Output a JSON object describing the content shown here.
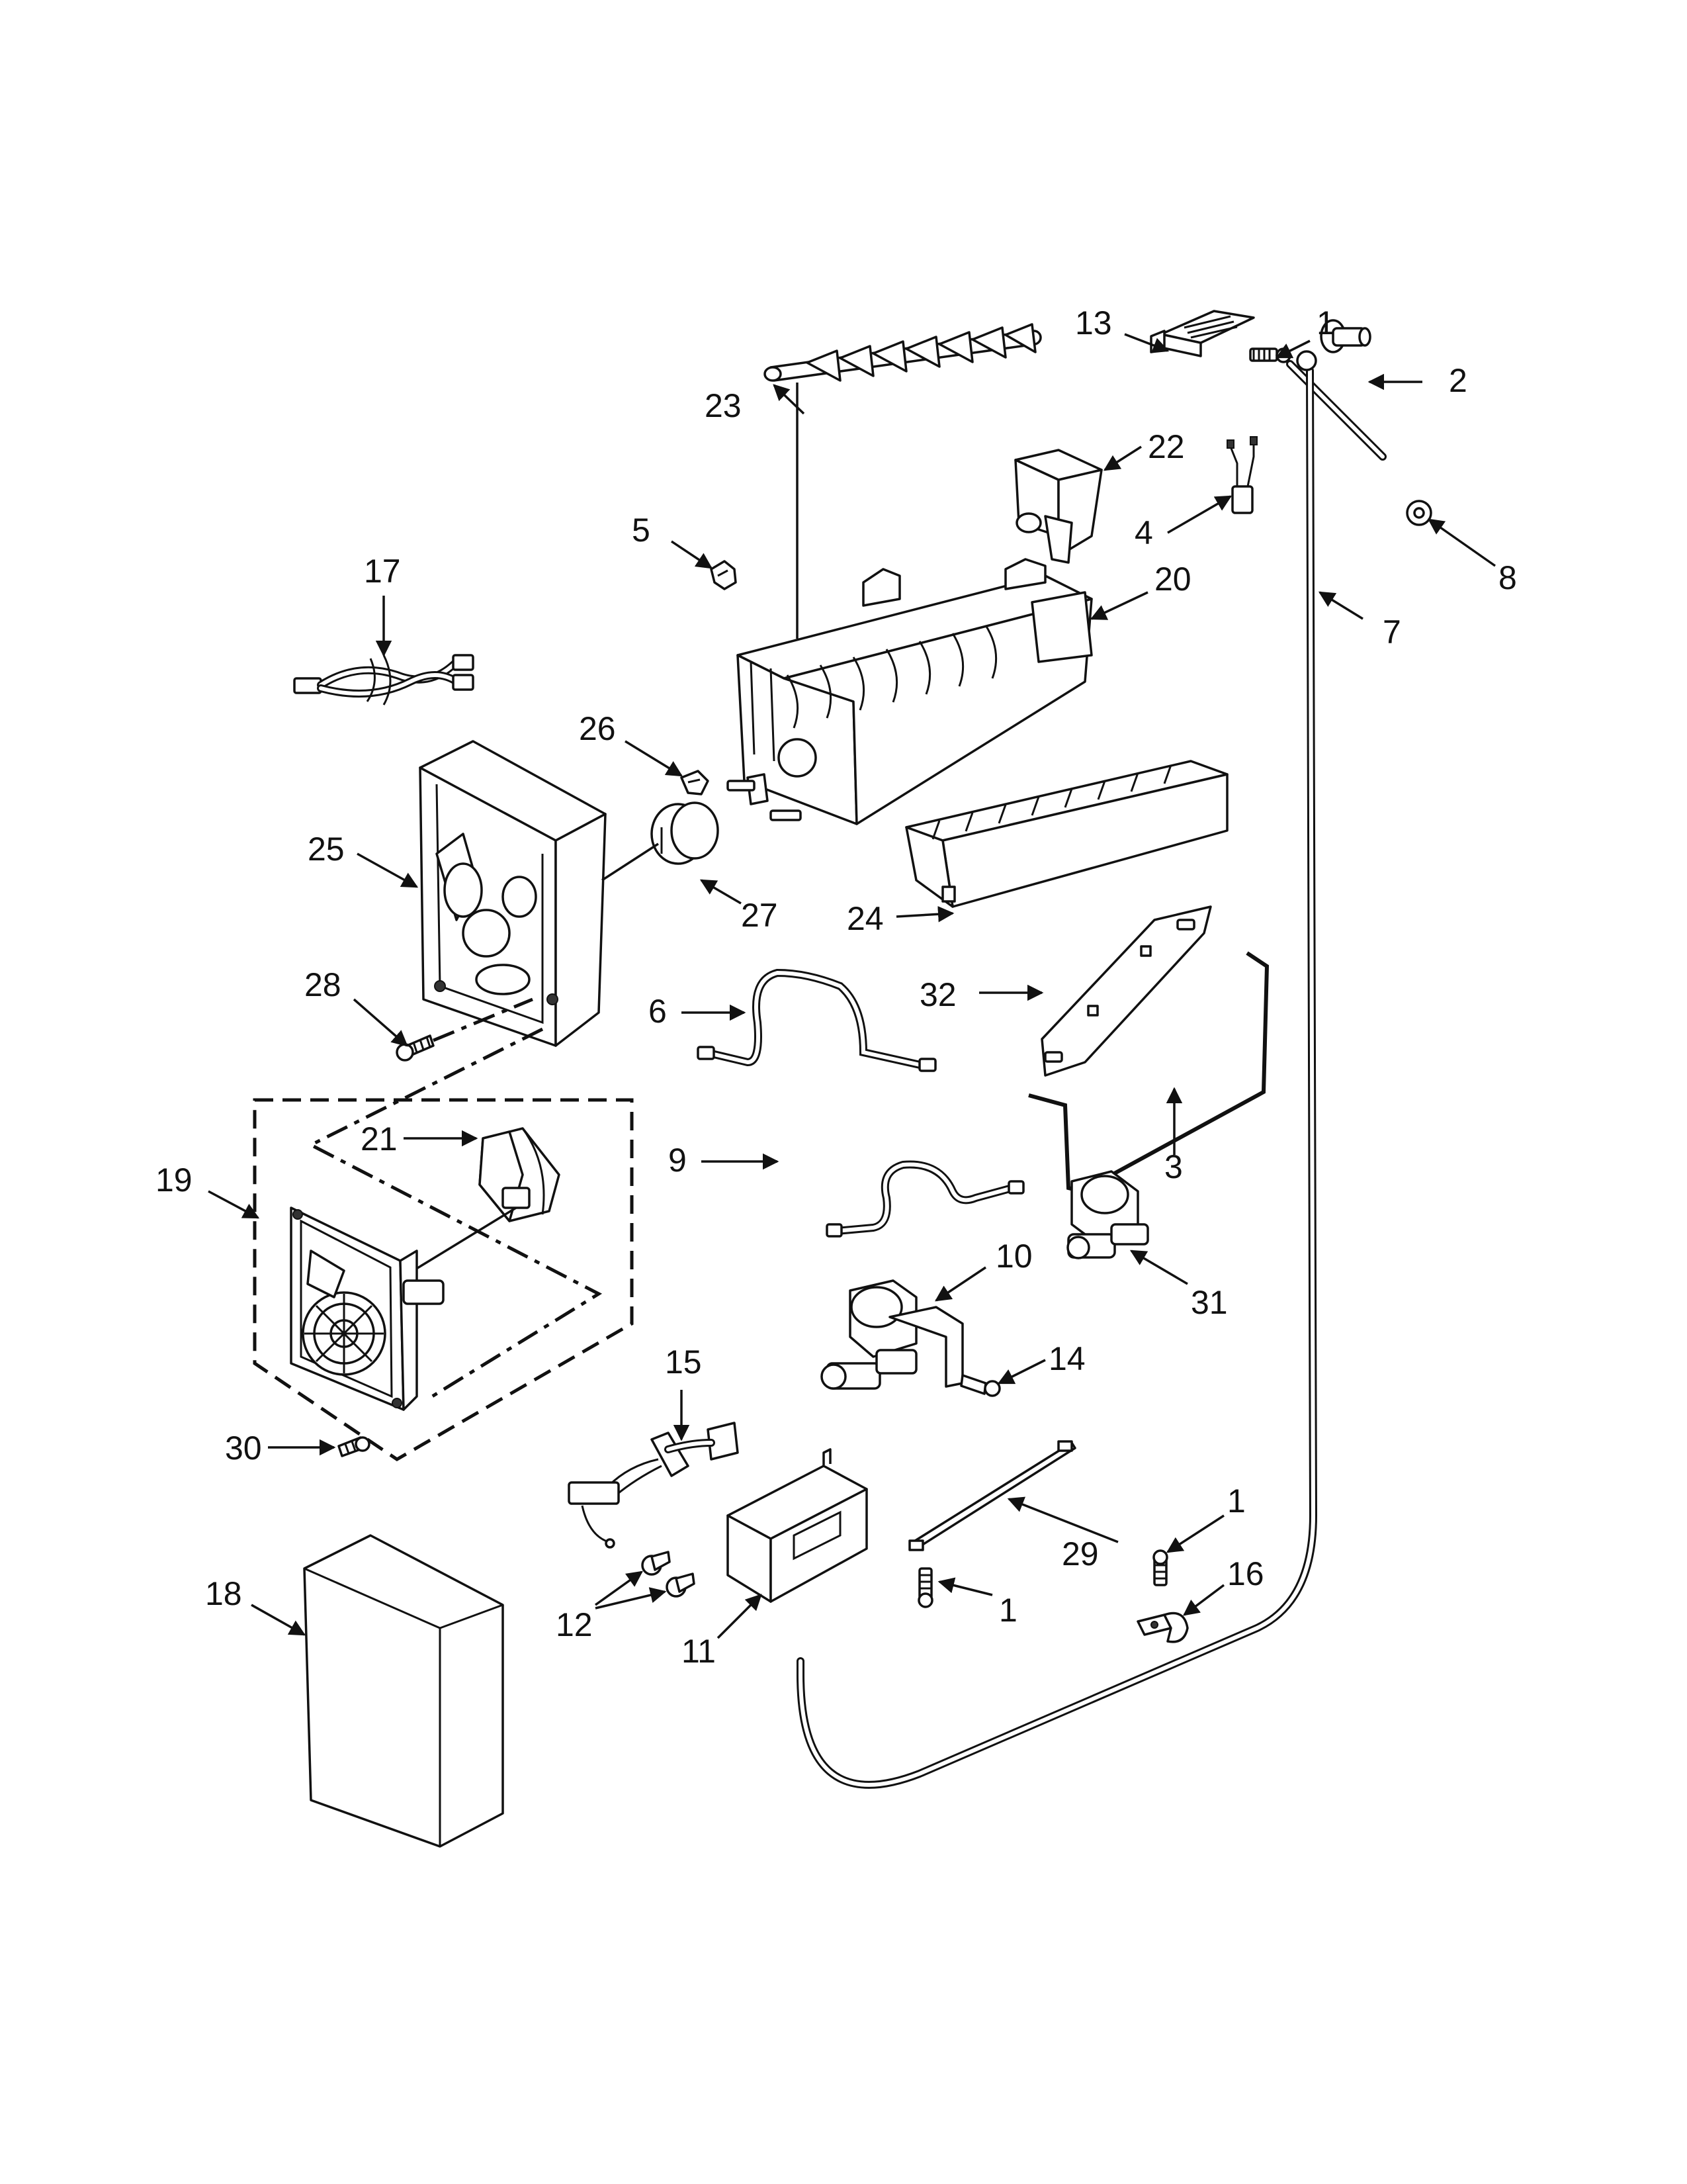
{
  "diagram": {
    "callouts": [
      "1",
      "2",
      "3",
      "4",
      "5",
      "6",
      "7",
      "8",
      "9",
      "10",
      "11",
      "12",
      "13",
      "14",
      "15",
      "16",
      "17",
      "18",
      "19",
      "20",
      "21",
      "22",
      "23",
      "24",
      "25",
      "26",
      "27",
      "28",
      "29",
      "30",
      "31",
      "32"
    ],
    "repeat_callouts": [
      "1",
      "1",
      "1"
    ]
  }
}
